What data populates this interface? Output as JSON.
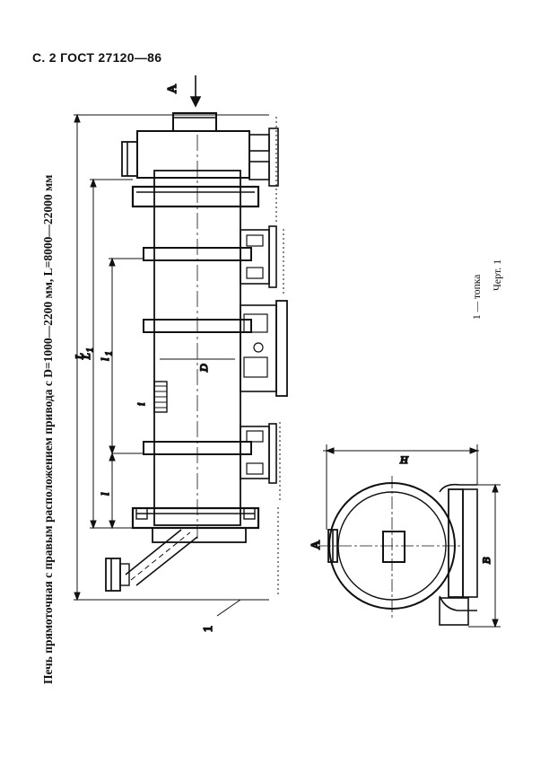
{
  "header": {
    "text": "С. 2 ГОСТ 27120—86"
  },
  "caption": {
    "text": "Печь прямоточная с правым расположением привода  с D=1000—2200 мм, L=8000—22000 мм"
  },
  "legend": {
    "text": "1 — топка"
  },
  "figure": {
    "label": "Черт. 1"
  },
  "drawing_labels": {
    "view_marker": "А",
    "total_length": "L",
    "length_L1": "L",
    "length_L1_sub": "1",
    "length_l1": "l",
    "length_l1_sub": "1",
    "length_l": "l",
    "diameter": "D",
    "slope": "i",
    "callout": "1"
  },
  "section_labels": {
    "view_marker": "А",
    "height": "H",
    "width": "B"
  }
}
